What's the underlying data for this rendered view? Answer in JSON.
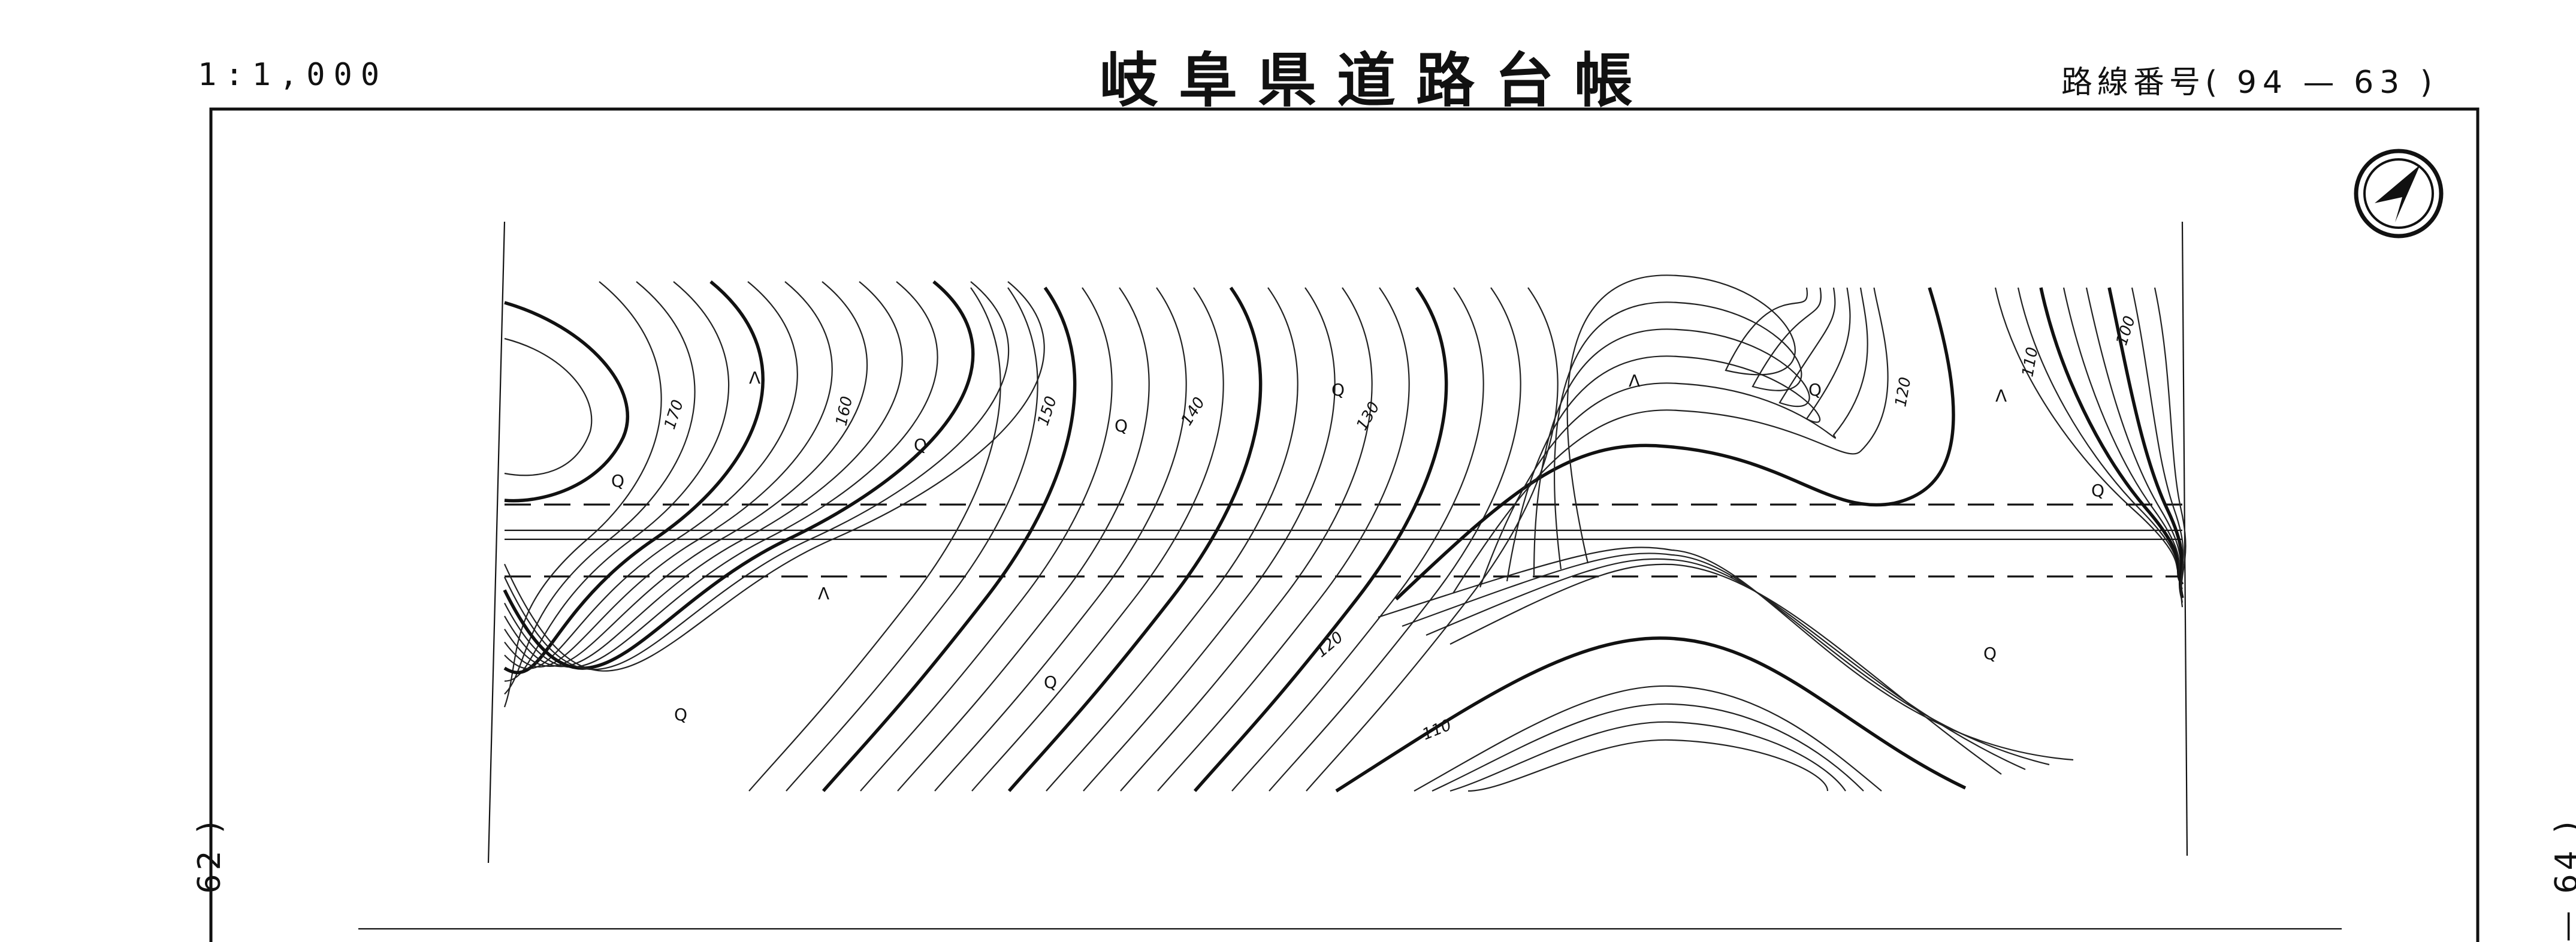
{
  "header": {
    "scale": "1:1,000",
    "title": "岐阜県道路台帳",
    "route_label": "路線番号",
    "route_paren_open": "(",
    "route_number": "94",
    "route_dash": "—",
    "route_sheet": "63",
    "route_paren_close": ")"
  },
  "side": {
    "left_text": "— 62 )",
    "right_text": "— 64 )"
  },
  "map": {
    "north_arrow_icon": "north-arrow-icon",
    "contour_labels": [
      "170",
      "160",
      "150",
      "140",
      "130",
      "120",
      "110",
      "100",
      "120",
      "110"
    ],
    "land_use_symbols": {
      "field": "Q",
      "wasteland": "Λ"
    }
  }
}
